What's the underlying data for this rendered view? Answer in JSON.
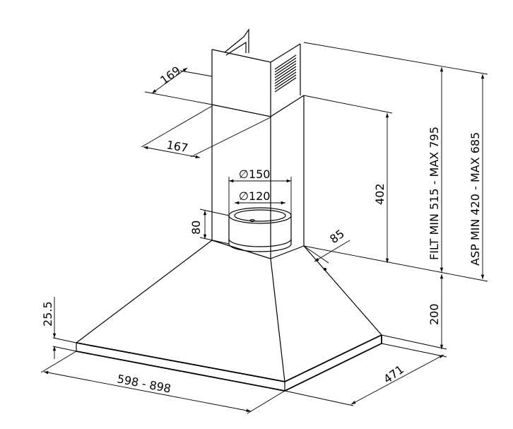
{
  "title": "Cooker hood dimension drawing",
  "dimensions": {
    "chimney_depth": "169",
    "chimney_width": "167",
    "outlet_outer_diameter": "∅150",
    "outlet_inner_diameter": "∅120",
    "collar_height": "80",
    "canopy_chimney_height": "402",
    "offset": "85",
    "filter_height_range": "FILT MIN 515 - MAX 795",
    "extraction_height_range": "ASP MIN 420 - MAX 685",
    "canopy_height": "200",
    "edge_thickness": "25.5",
    "width_range": "598 - 898",
    "depth": "471"
  }
}
